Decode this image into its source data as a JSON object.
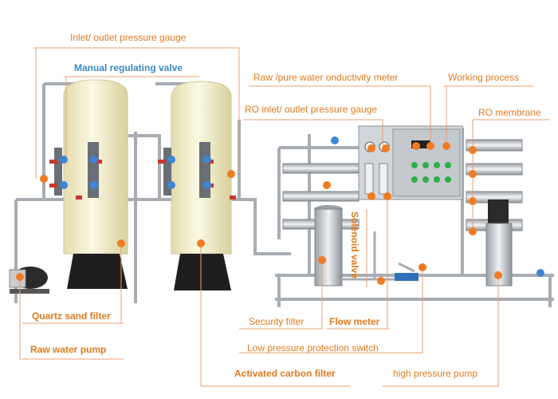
{
  "labels": {
    "inlet_outlet_gauge": "Inlet/ outlet pressure gauge",
    "manual_valve": "Manual regulating valve",
    "conductivity_meter": "Raw /pure water onductivity meter",
    "working_process": "Working process",
    "ro_gauge": "RO inlet/ outlet pressure gauge",
    "ro_membrane": "RO membrane",
    "solenoid_valve": "Solenoid valve",
    "quartz_filter": "Quartz sand filter",
    "raw_pump": "Raw water pump",
    "security_filter": "Security  filter",
    "flow_meter": "Flow meter",
    "low_pressure_switch": "Low pressure protection switch",
    "carbon_filter": "Activated carbon filter",
    "hp_pump": "high pressure pump"
  },
  "colors": {
    "leader_line": "#e8a070",
    "orange_label": "#e07a20",
    "blue_label": "#3a88c8",
    "marker_orange": "#f07b22",
    "marker_blue": "#3d86d6",
    "tank": "#f1ecc8",
    "steel": "#b9bec4",
    "panel": "#d6d9dc"
  }
}
